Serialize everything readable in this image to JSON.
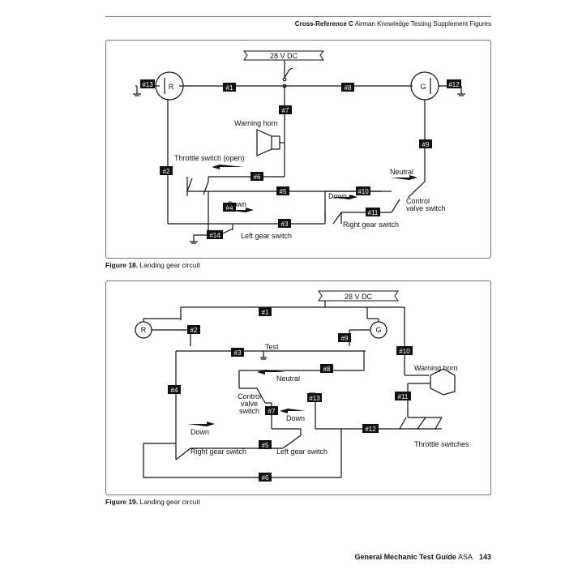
{
  "header": {
    "section": "Cross-Reference C",
    "subtitle": "Airman Knowledge Testing Supplement Figures"
  },
  "figure18": {
    "caption_label": "Figure 18.",
    "caption_text": "Landing gear circuit",
    "power": "28 V DC",
    "labels": {
      "warning_horn": "Warning horn",
      "throttle": "Throttle switch (open)",
      "neutral": "Neutral",
      "down_a": "Down",
      "down_b": "Down",
      "control_valve_1": "Control",
      "control_valve_2": "valve switch",
      "right_gear": "Right gear switch",
      "left_gear": "Left gear switch",
      "r": "R",
      "g": "G"
    },
    "wires": {
      "w1": "#1",
      "w2": "#2",
      "w3": "#3",
      "w4": "#4",
      "w5": "#5",
      "w6": "#6",
      "w7": "#7",
      "w8": "#8",
      "w9": "#9",
      "w10": "#10",
      "w11": "#11",
      "w12": "#12",
      "w13": "#13",
      "w14": "#14"
    }
  },
  "figure19": {
    "caption_label": "Figure 19.",
    "caption_text": "Landing gear circuit",
    "power": "28 V DC",
    "labels": {
      "test": "Test",
      "neutral": "Neutral",
      "control_valve_1": "Control",
      "control_valve_2": "valve",
      "control_valve_3": "switch",
      "down_a": "Down",
      "down_b": "Down",
      "warning_horn": "Warning horn",
      "throttle": "Throttle switches",
      "right_gear": "Right gear switch",
      "left_gear": "Left gear switch",
      "r": "R",
      "g": "G"
    },
    "wires": {
      "w1": "#1",
      "w2": "#2",
      "w3": "#3",
      "w4": "#4",
      "w5": "#5",
      "w6": "#6",
      "w7": "#7",
      "w8": "#8",
      "w9": "#9",
      "w10": "#10",
      "w11": "#11",
      "w12": "#12",
      "w13": "#13"
    }
  },
  "footer": {
    "title": "General Mechanic Test Guide",
    "publisher": "ASA",
    "page": "143"
  }
}
